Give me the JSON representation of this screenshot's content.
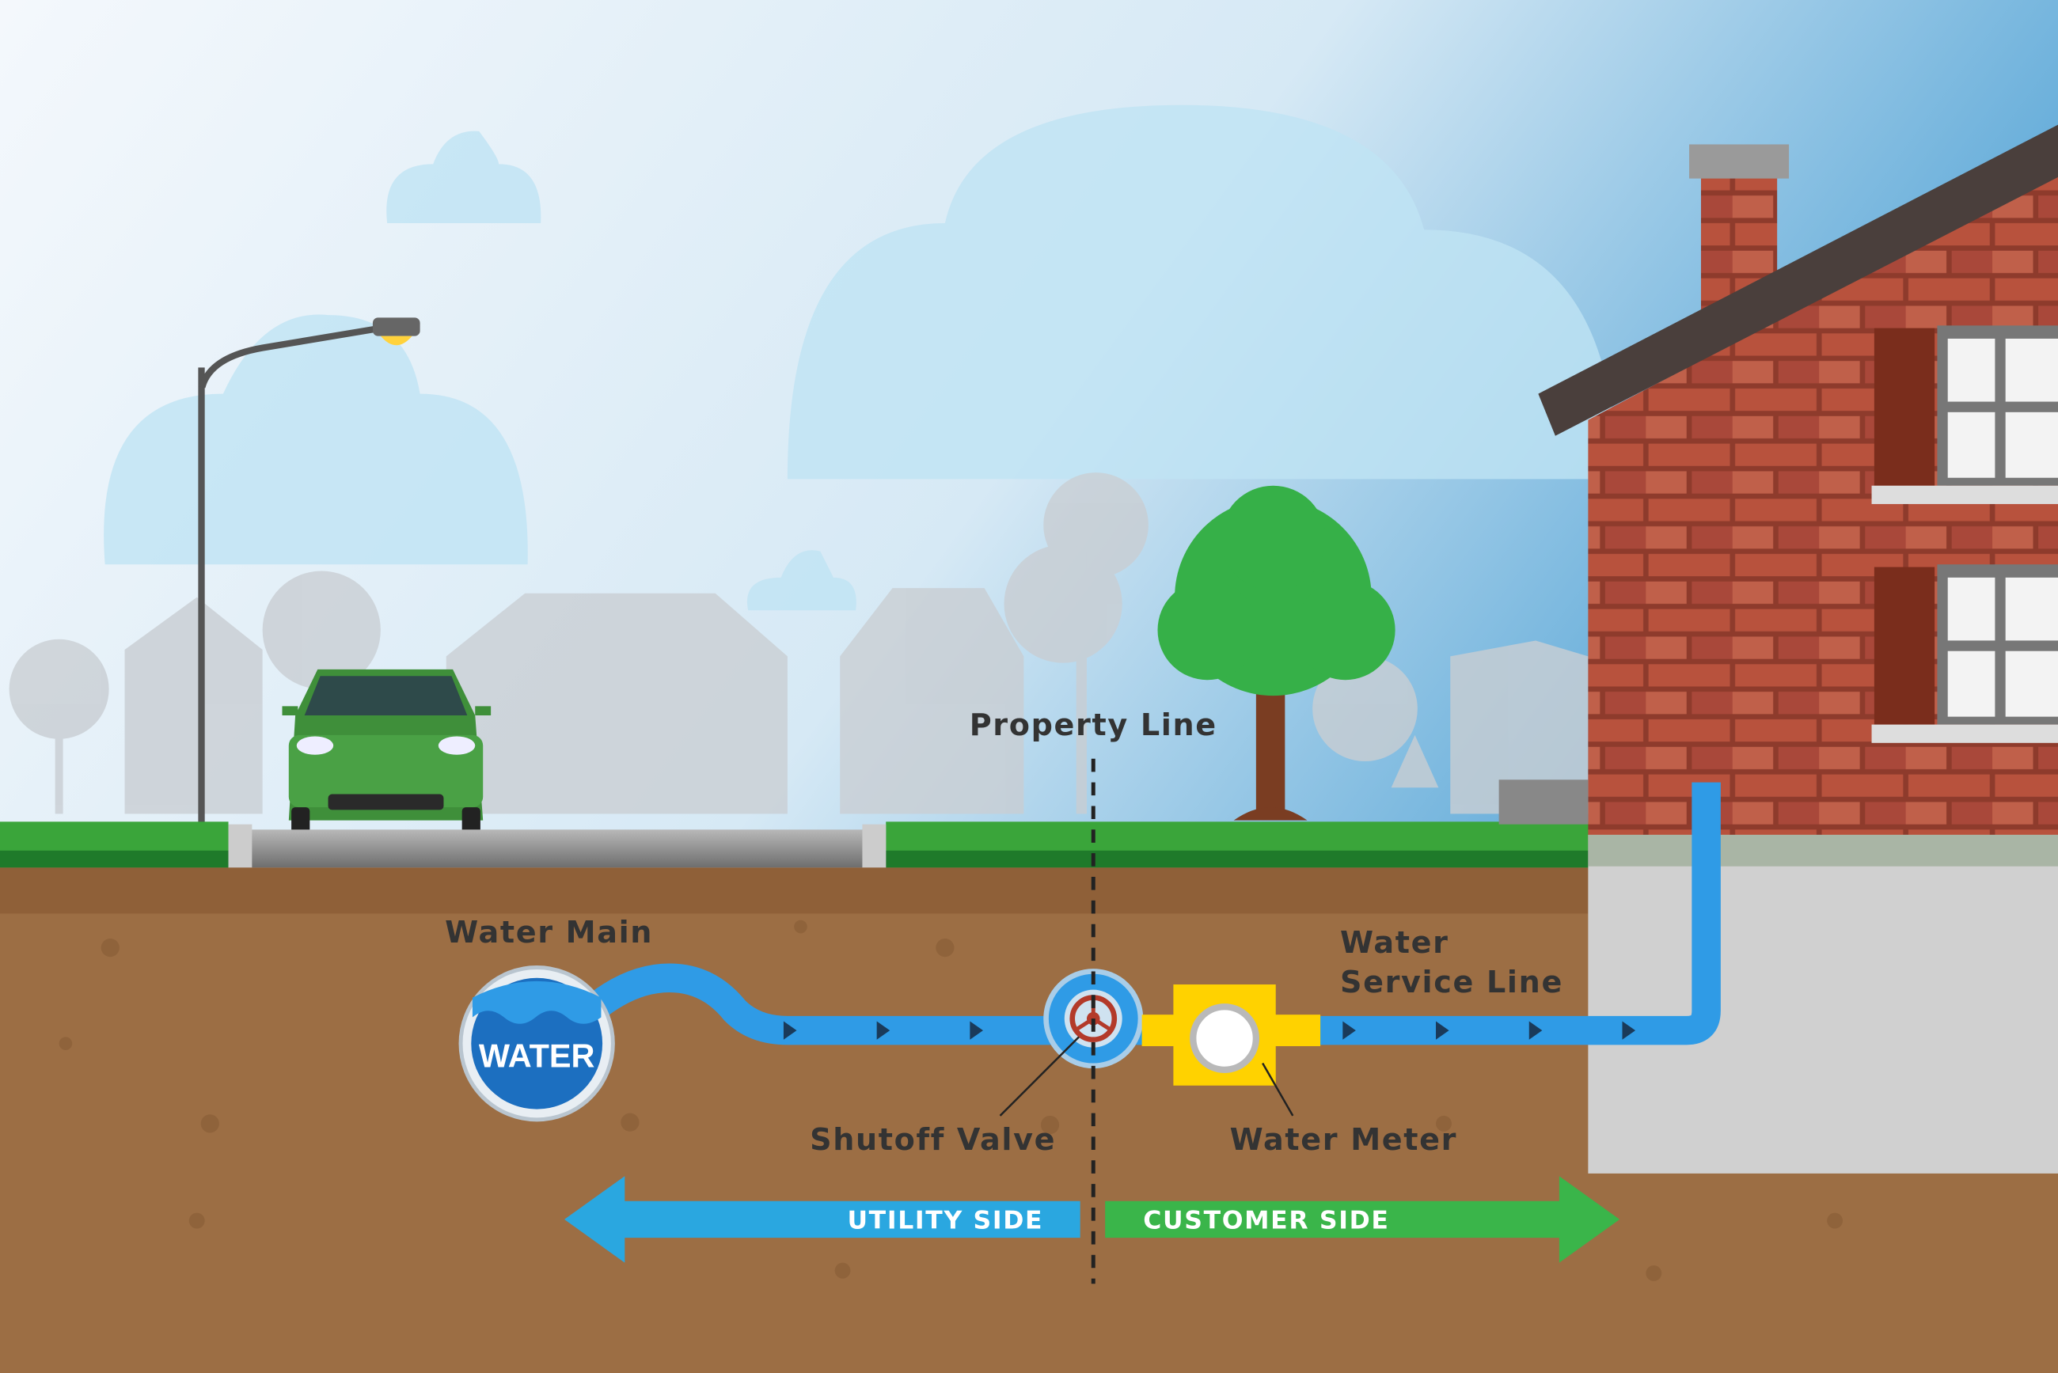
{
  "labels": {
    "property_line": "Property Line",
    "water_main": "Water Main",
    "water_service_line_1": "Water",
    "water_service_line_2": "Service Line",
    "shutoff_valve": "Shutoff Valve",
    "water_meter": "Water Meter",
    "water_badge": "WATER",
    "utility_side": "UTILITY SIDE",
    "customer_side": "CUSTOMER SIDE"
  },
  "colors": {
    "pipe": "#2f9be6",
    "utility_arrow": "#2aa7e0",
    "customer_arrow": "#3ab54a",
    "meter": "#ffd200",
    "soil": "#9c6e44",
    "brick": "#b5513d",
    "grass": "#3aa53a"
  }
}
